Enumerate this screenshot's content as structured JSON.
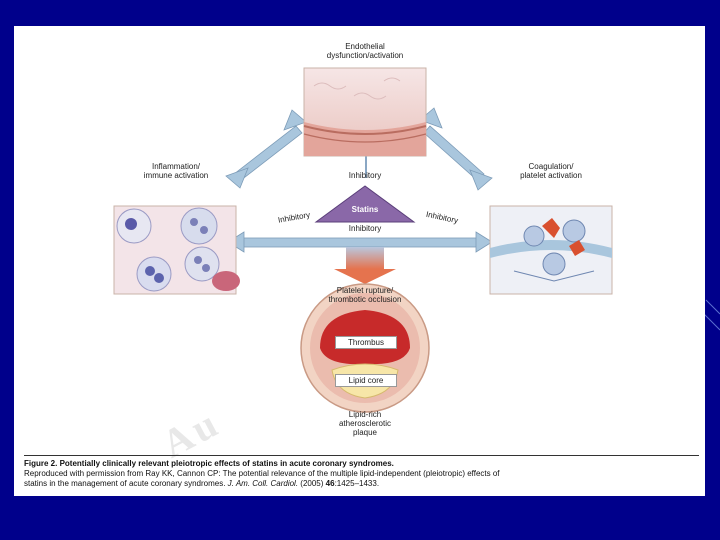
{
  "colors": {
    "background": "#00008b",
    "slide": "#ffffff",
    "arrow": "#a9c6dd",
    "statins_triangle": "#8a68a8",
    "lumen": "#c72a2a"
  },
  "watermark": "Au",
  "diagram": {
    "endothelial_label": "Endothelial\ndysfunction/activation",
    "inflammation_label": "Inflammation/\nimmune activation",
    "coagulation_label": "Coagulation/\nplatelet activation",
    "statins_label": "Statins",
    "inhibitory_top": "Inhibitory",
    "inhibitory_left": "Inhibitory",
    "inhibitory_right": "Inhibitory",
    "inhibitory_bottom": "Inhibitory",
    "rupture_label": "Platelet rupture/\nthrombotic occlusion",
    "thrombus_label": "Thrombus",
    "lipid_core_label": "Lipid core",
    "plaque_label": "Lipid-rich\natherosclerotic\nplaque"
  },
  "caption": {
    "figure_title": "Figure 2. Potentially clinically relevant pleiotropic effects of statins in acute coronary syndromes.",
    "line2": "Reproduced with permission from Ray KK, Cannon CP: The potential relevance of the multiple lipid-independent (pleiotropic) effects of",
    "line3_start": "statins in the management of acute coronary syndromes.",
    "line3_journal": "J. Am. Coll. Cardiol.",
    "line3_year": "(2005)",
    "line3_volume": "46",
    "line3_pages": ":1425–1433."
  }
}
